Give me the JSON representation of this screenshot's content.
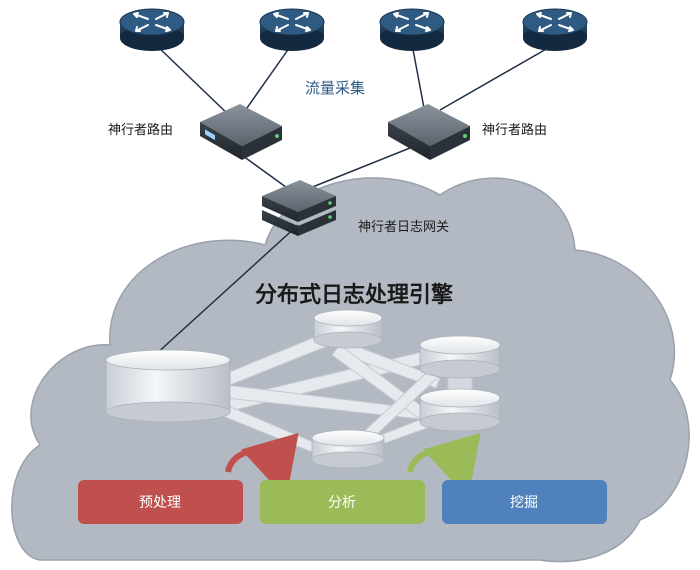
{
  "labels": {
    "traffic_collection": "流量采集",
    "router_left": "神行者路由",
    "router_right": "神行者路由",
    "log_gateway": "神行者日志网关",
    "engine_title": "分布式日志处理引擎"
  },
  "stages": [
    {
      "label": "预处理",
      "color": "#c0504d"
    },
    {
      "label": "分析",
      "color": "#9bbb59"
    },
    {
      "label": "挖掘",
      "color": "#4f81bd"
    }
  ],
  "colors": {
    "cloud": "#b3b9c3",
    "cloud_border": "#9aa1ac",
    "router": "#1d3d5c",
    "arrow_red": "#c0504d",
    "arrow_green": "#9bbb59"
  }
}
